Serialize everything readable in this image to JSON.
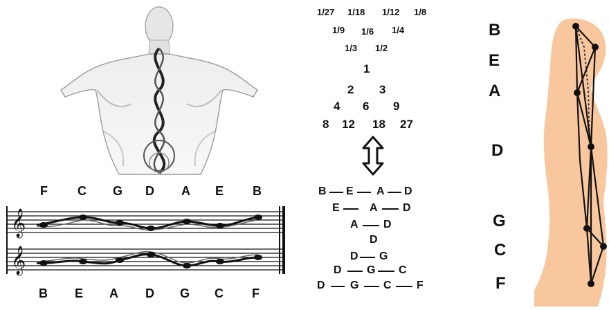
{
  "staff_top_labels": [
    "F",
    "C",
    "G",
    "D",
    "A",
    "E",
    "B"
  ],
  "staff_bottom_labels": [
    "B",
    "E",
    "A",
    "D",
    "G",
    "C",
    "F"
  ],
  "fraction_rows": [
    [
      "1/27",
      "1/18",
      "1/12",
      "1/8"
    ],
    [
      "1/9",
      "1/6",
      "1/4"
    ],
    [
      "1/3",
      "1/2"
    ]
  ],
  "number_rows": [
    [
      "1"
    ],
    [
      "2",
      "3"
    ],
    [
      "4",
      "6",
      "9"
    ],
    [
      "8",
      "12",
      "18",
      "27"
    ]
  ],
  "note_chains": [
    [
      "B",
      "E",
      "A",
      "D"
    ],
    [
      "E",
      "A",
      "D"
    ],
    [
      "A",
      "D"
    ],
    [
      "D"
    ],
    [
      "D",
      "G"
    ],
    [
      "D",
      "G",
      "C"
    ],
    [
      "D",
      "G",
      "C",
      "F"
    ]
  ],
  "body_note_labels": [
    "B",
    "E",
    "A",
    "D",
    "G",
    "C",
    "F"
  ],
  "colors": {
    "skin": "#f8c79e",
    "ink": "#111111",
    "sketch": "#d8d8d8"
  },
  "icons": [
    "back-figure-sketch",
    "double-arrow-icon",
    "body-silhouette"
  ]
}
